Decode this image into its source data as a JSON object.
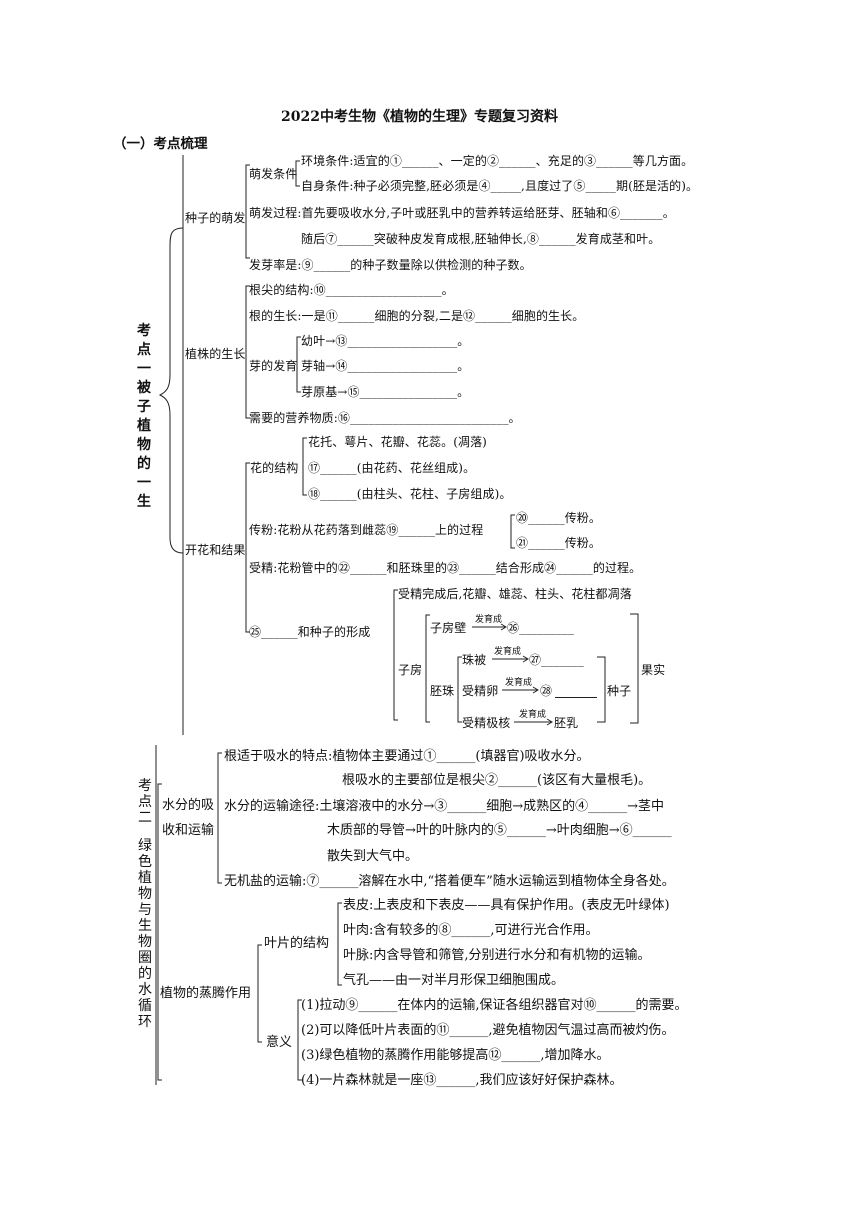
{
  "title": "2022中考生物《植物的生理》专题复习资料",
  "section_heading": "（一）考点梳理",
  "kp1": {
    "label": "考点一被子植物的一生",
    "seed": {
      "label": "种子的萌发",
      "cond_label": "萌发条件",
      "env": "环境条件:适宜的①______、一定的②______、充足的③______等几方面。",
      "self": "自身条件:种子必须完整,胚必须是④_____,且度过了⑤_____期(胚是活的)。",
      "process1": "萌发过程:首先要吸收水分,子叶或胚乳中的营养转运给胚芽、胚轴和⑥_______。",
      "process2": "随后⑦______突破种皮发育成根,胚轴伸长,⑧______发育成茎和叶。",
      "rate": "发芽率是:⑨______的种子数量除以供检测的种子数。"
    },
    "growth": {
      "label": "植株的生长",
      "root_structure": "根尖的结构:⑩___________________。",
      "root_growth": "根的生长:一是⑪______细胞的分裂,二是⑫______细胞的生长。",
      "bud_label": "芽的发育",
      "bud1": "幼叶→⑬__________________。",
      "bud2": "芽轴→⑭__________________。",
      "bud3": "芽原基→⑮________________。",
      "nutrients": "需要的营养物质:⑯__________________________。"
    },
    "flower": {
      "label": "开花和结果",
      "struct_label": "花的结构",
      "s1": "花托、萼片、花瓣、花蕊。(凋落)",
      "s2": "⑰______(由花药、花丝组成)。",
      "s3": "⑱______(由柱头、花柱、子房组成)。",
      "pollination": "传粉:花粉从花药落到雌蕊⑲______上的过程",
      "p1": "⑳______传粉。",
      "p2": "㉑______传粉。",
      "fertilization": "受精:花粉管中的㉒______和胚珠里的㉓______结合形成㉔______的过程。",
      "fruit_label": "㉕______和种子的形成",
      "after": "受精完成后,花瓣、雄蕊、柱头、花柱都凋落",
      "ovary": "子房",
      "ovary_wall": "子房壁",
      "develop": "发育成",
      "b26": "㉖_________",
      "ovule": "胚珠",
      "integument": "珠被",
      "b27": "㉗_______",
      "fert_egg": "受精卵",
      "b28": "㉘",
      "polar": "受精极核",
      "endosperm": "胚乳",
      "seed": "种子",
      "fruit": "果实"
    }
  },
  "kp2": {
    "label_a": "考点二",
    "label_b": "绿色植物与生物圈的水循环",
    "water": {
      "label1": "水分的吸",
      "label2": "收和运输",
      "adapt1": "根适于吸水的特点:植物体主要通过①______(填器官)吸收水分。",
      "adapt2": "根吸水的主要部位是根尖②______(该区有大量根毛)。",
      "route1": "水分的运输途径:土壤溶液中的水分→③______细胞→成熟区的④______→茎中",
      "route2": "木质部的导管→叶的叶脉内的⑤______→叶肉细胞→⑥______",
      "route3": "散失到大气中。",
      "mineral": "无机盐的运输:⑦______溶解在水中,“搭着便车”随水运输运到植物体全身各处。"
    },
    "transpiration": {
      "label": "植物的蒸腾作用",
      "leaf_label": "叶片的结构",
      "l1": "表皮:上表皮和下表皮——具有保护作用。(表皮无叶绿体)",
      "l2": "叶肉:含有较多的⑧______,可进行光合作用。",
      "l3": "叶脉:内含导管和筛管,分别进行水分和有机物的运输。",
      "l4": "气孔——由一对半月形保卫细胞围成。",
      "meaning_label": "意义",
      "m1": "(1)拉动⑨______在体内的运输,保证各组织器官对⑩______的需要。",
      "m2": "(2)可以降低叶片表面的⑪______,避免植物因气温过高而被灼伤。",
      "m3": "(3)绿色植物的蒸腾作用能够提高⑫______,增加降水。",
      "m4": "(4)一片森林就是一座⑬______,我们应该好好保护森林。"
    }
  }
}
